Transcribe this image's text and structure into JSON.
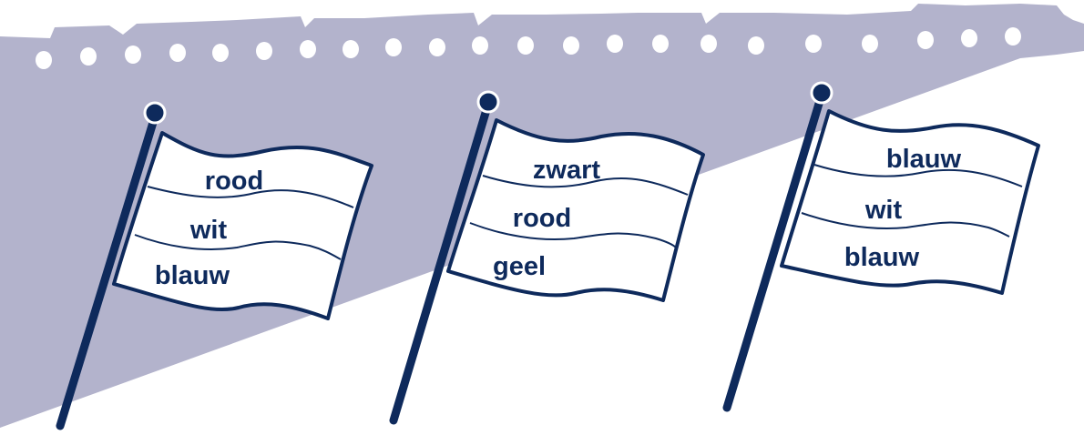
{
  "colors": {
    "background_band": "#b3b3cc",
    "ink": "#0e2a5c",
    "flag_fill": "#ffffff",
    "page": "#ffffff"
  },
  "flags": [
    {
      "stripes": [
        "rood",
        "wit",
        "blauw"
      ]
    },
    {
      "stripes": [
        "zwart",
        "rood",
        "geel"
      ]
    },
    {
      "stripes": [
        "blauw",
        "wit",
        "blauw"
      ]
    }
  ]
}
